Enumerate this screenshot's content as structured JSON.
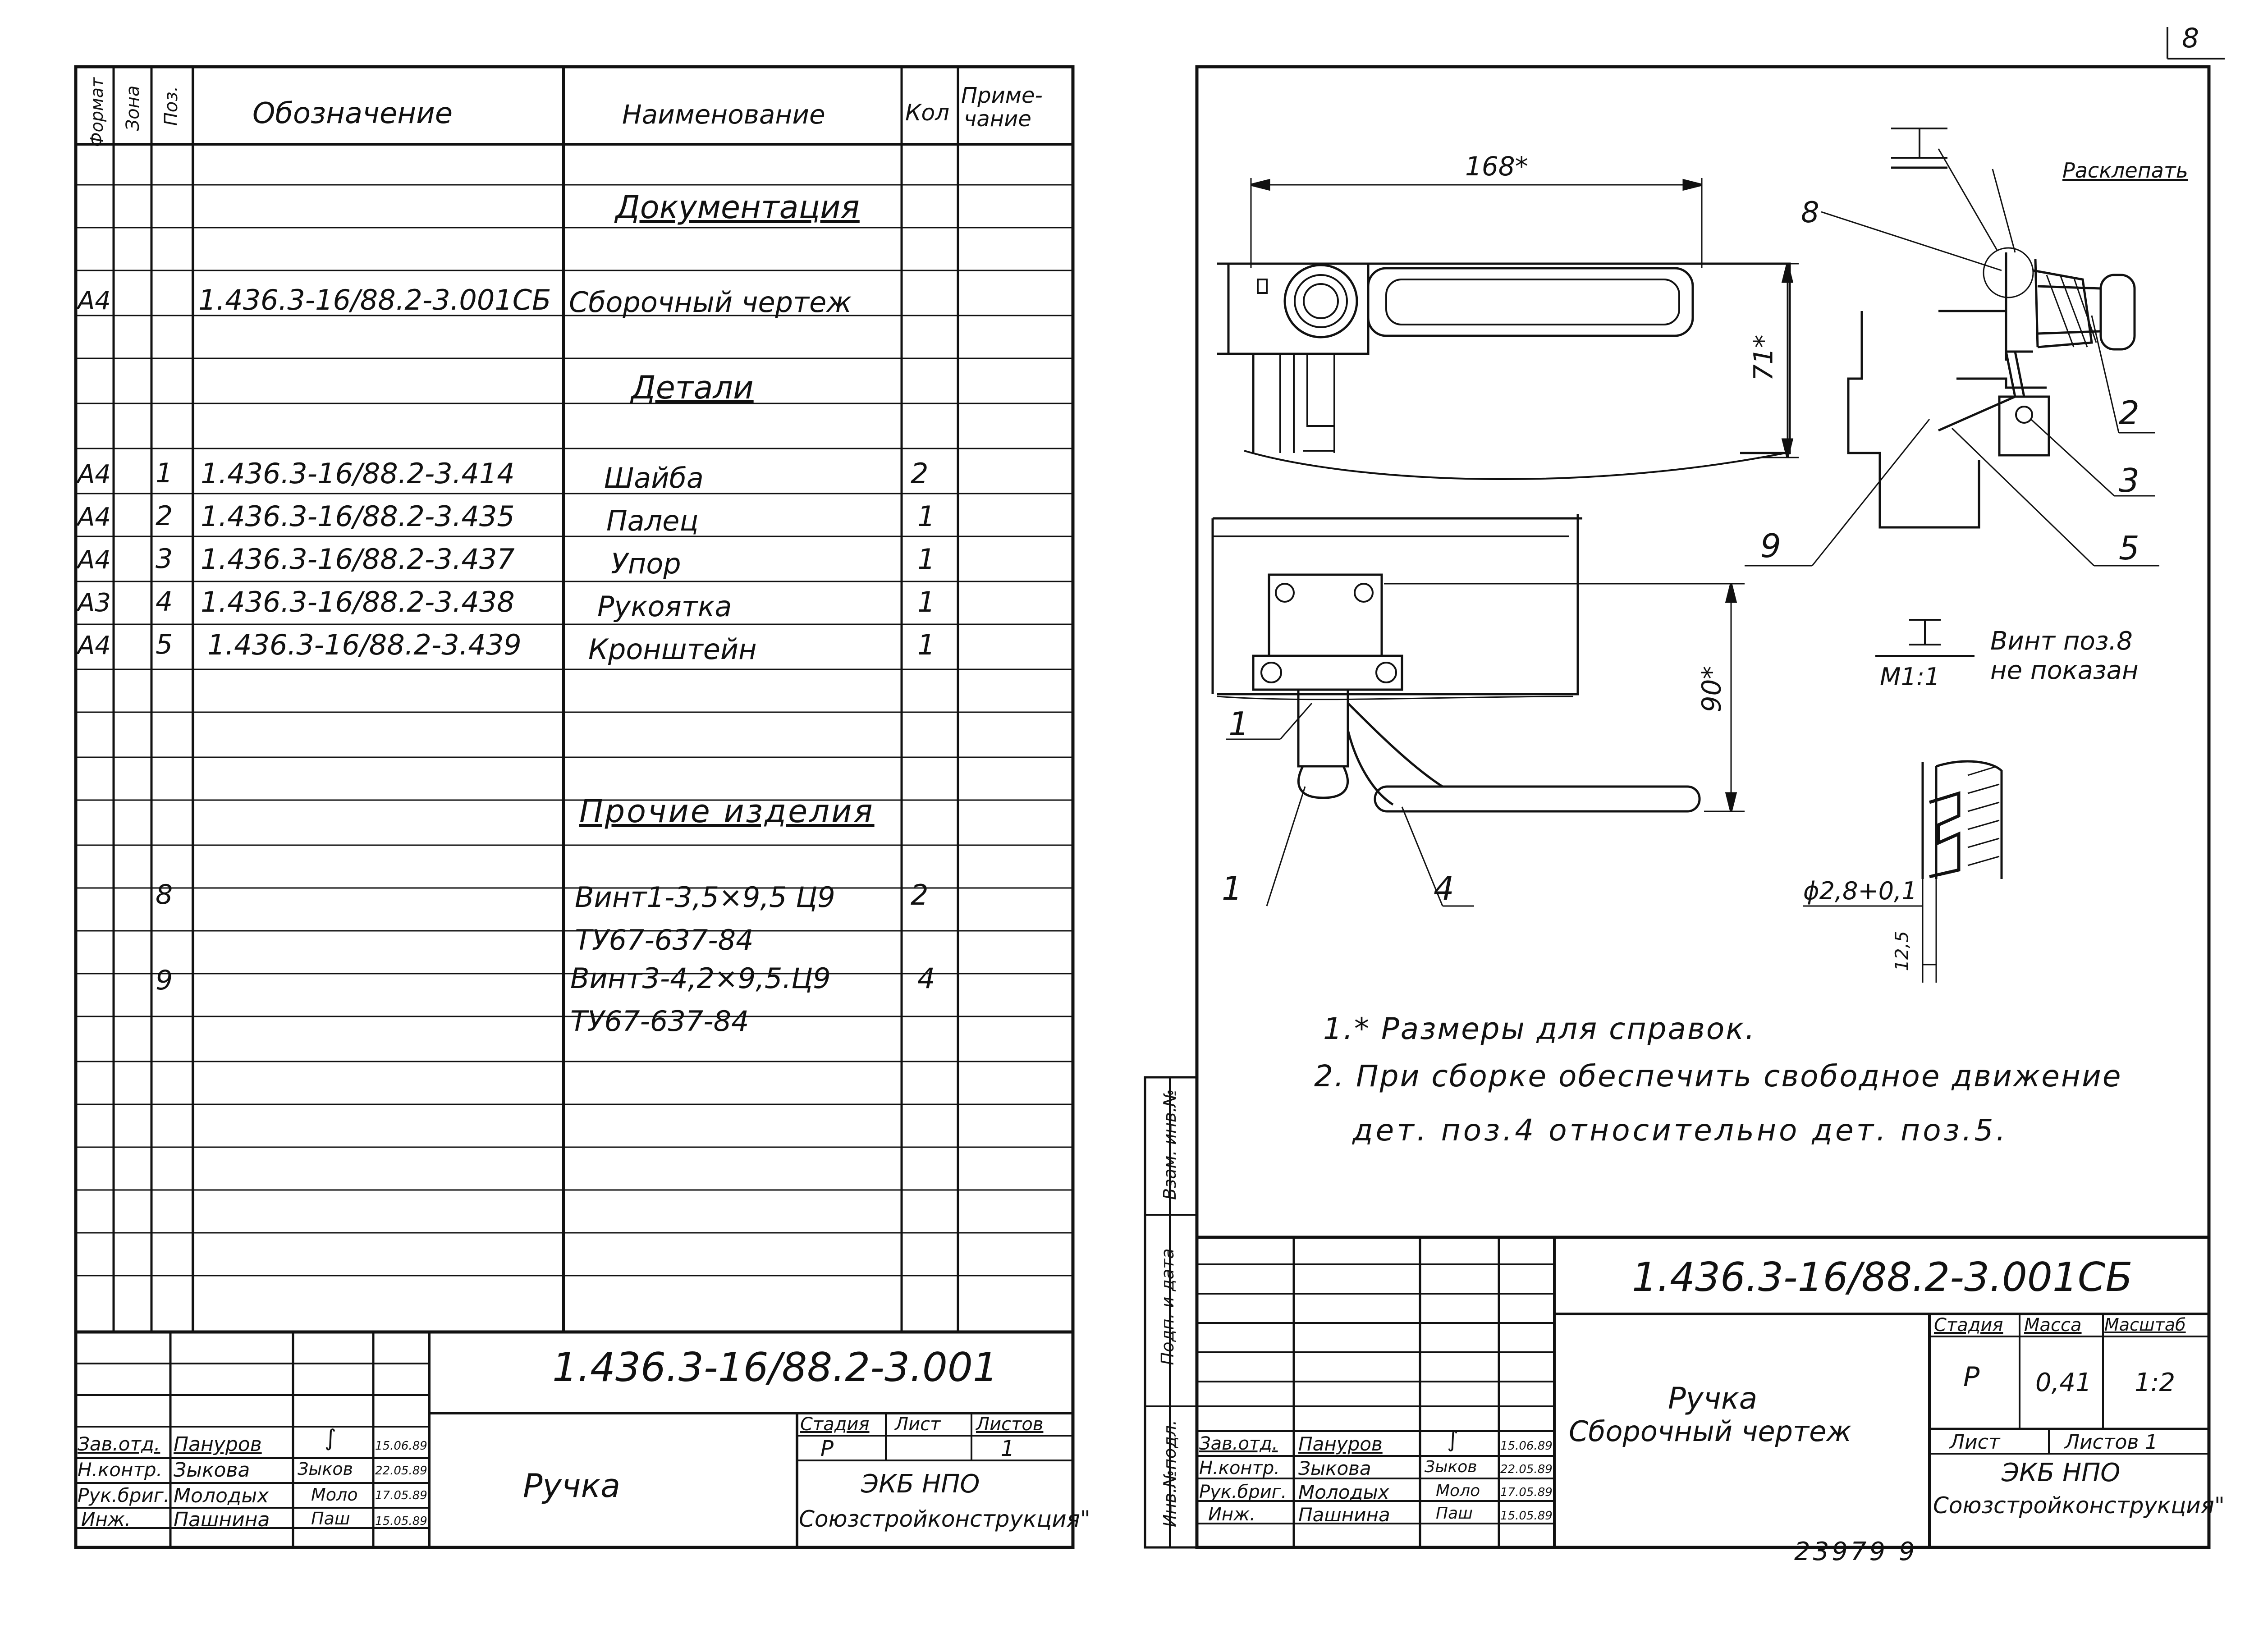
{
  "corner_number": "8",
  "spec": {
    "headers": {
      "format": "Формат",
      "zone": "Зона",
      "pos": "Поз.",
      "designation": "Обозначение",
      "name": "Наименование",
      "qty": "Кол",
      "note_line1": "Приме-",
      "note_line2": "чание"
    },
    "sections": {
      "documentation": "Документация",
      "parts": "Детали",
      "other": "Прочие изделия"
    },
    "doc_row": {
      "format": "А4",
      "designation": "1.436.3-16/88.2-3.001СБ",
      "name": "Сборочный чертеж"
    },
    "part_rows": [
      {
        "format": "А4",
        "pos": "1",
        "designation": "1.436.3-16/88.2-3.414",
        "name": "Шайба",
        "qty": "2"
      },
      {
        "format": "А4",
        "pos": "2",
        "designation": "1.436.3-16/88.2-3.435",
        "name": "Палец",
        "qty": "1"
      },
      {
        "format": "А4",
        "pos": "3",
        "designation": "1.436.3-16/88.2-3.437",
        "name": "Упор",
        "qty": "1"
      },
      {
        "format": "А3",
        "pos": "4",
        "designation": "1.436.3-16/88.2-3.438",
        "name": "Рукоятка",
        "qty": "1"
      },
      {
        "format": "А4",
        "pos": "5",
        "designation": "1.436.3-16/88.2-3.439",
        "name": "Кронштейн",
        "qty": "1"
      }
    ],
    "other_rows": [
      {
        "pos": "8",
        "name_line1": "Винт1-3,5×9,5 Ц9",
        "name_line2": "ТУ67-637-84",
        "qty": "2"
      },
      {
        "pos": "9",
        "name_line1": "Винт3-4,2×9,5.Ц9",
        "name_line2": "ТУ67-637-84",
        "qty": "4"
      }
    ]
  },
  "left_stamp": {
    "code": "1.436.3-16/88.2-3.001",
    "title": "Ручка",
    "stage_label": "Стадия",
    "sheet_label": "Лист",
    "sheets_label": "Листов",
    "stage": "Р",
    "sheets": "1",
    "org_line1": "ЭКБ НПО",
    "org_line2": "Союзстройконструкция\"",
    "roles": [
      {
        "role": "Зав.отд.",
        "name": "Пануров",
        "sign": "∫",
        "date": "15.06.89"
      },
      {
        "role": "Н.контр.",
        "name": "Зыкова",
        "sign": "Зыков",
        "date": "22.05.89"
      },
      {
        "role": "Рук.бриг.",
        "name": "Молодых",
        "sign": "Моло",
        "date": "17.05.89"
      },
      {
        "role": "Инж.",
        "name": "Пашнина",
        "sign": "Паш",
        "date": "15.05.89"
      }
    ]
  },
  "drawing": {
    "dim_168": "168*",
    "dim_71": "71*",
    "dim_90": "90*",
    "section_mark": "I",
    "section_scale": "М1:1",
    "rivet_label": "Расклепать",
    "section_note_line1": "Винт поз.8",
    "section_note_line2": "не показан",
    "dim_phi": "ϕ2,8+0,1",
    "dim_12_5": "12,5",
    "callouts": [
      "8",
      "2",
      "3",
      "5",
      "9",
      "1",
      "1",
      "4"
    ],
    "note1": "1.* Размеры для справок.",
    "note2_line1": "2. При сборке обеспечить свободное движение",
    "note2_line2": "дет. поз.4 относительно дет. поз.5."
  },
  "side_strip": {
    "inv_orig": "Инв.№подл.",
    "sign_date": "Подп. и дата",
    "replace_inv": "Взам. инв.№"
  },
  "right_stamp": {
    "code": "1.436.3-16/88.2-3.001СБ",
    "title_line1": "Ручка",
    "title_line2": "Сборочный чертеж",
    "stage_label": "Стадия",
    "mass_label": "Масса",
    "scale_label": "Масштаб",
    "stage": "Р",
    "mass": "0,41",
    "scale": "1:2",
    "sheet_label": "Лист",
    "sheets_label": "Листов 1",
    "org_line1": "ЭКБ НПО",
    "org_line2": "Союзстройконструкция\"",
    "roles": [
      {
        "role": "Зав.отд.",
        "name": "Пануров",
        "sign": "∫",
        "date": "15.06.89"
      },
      {
        "role": "Н.контр.",
        "name": "Зыкова",
        "sign": "Зыков",
        "date": "22.05.89"
      },
      {
        "role": "Рук.бриг.",
        "name": "Молодых",
        "sign": "Моло",
        "date": "17.05.89"
      },
      {
        "role": "Инж.",
        "name": "Пашнина",
        "sign": "Паш",
        "date": "15.05.89"
      }
    ]
  },
  "footer_number": "23979 9"
}
